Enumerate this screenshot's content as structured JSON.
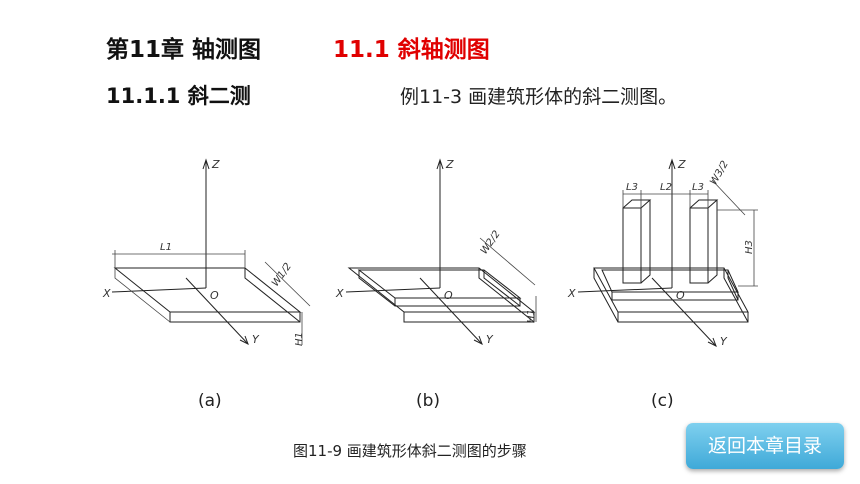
{
  "header": {
    "chapter": "第11章  轴测图",
    "section": "11.1  斜轴测图",
    "subsection": "11.1.1  斜二测",
    "example": "例11-3  画建筑形体的斜二测图。"
  },
  "figures": {
    "axis_labels": {
      "x": "X",
      "y": "Y",
      "z": "Z",
      "origin": "O"
    },
    "dimensions": {
      "L1": "L1",
      "L2": "L2",
      "L3": "L3",
      "W1": "W1/2",
      "W2": "W2/2",
      "W3": "W3/2",
      "H1": "H1",
      "H3": "H3"
    },
    "sub_labels": [
      "(a)",
      "(b)",
      "(c)"
    ],
    "caption": "图11-9 画建筑形体斜二测图的步骤"
  },
  "nav": {
    "back_label": "返回本章目录"
  },
  "colors": {
    "section_red": "#e00000",
    "button_blue": "#3fa9d8"
  }
}
